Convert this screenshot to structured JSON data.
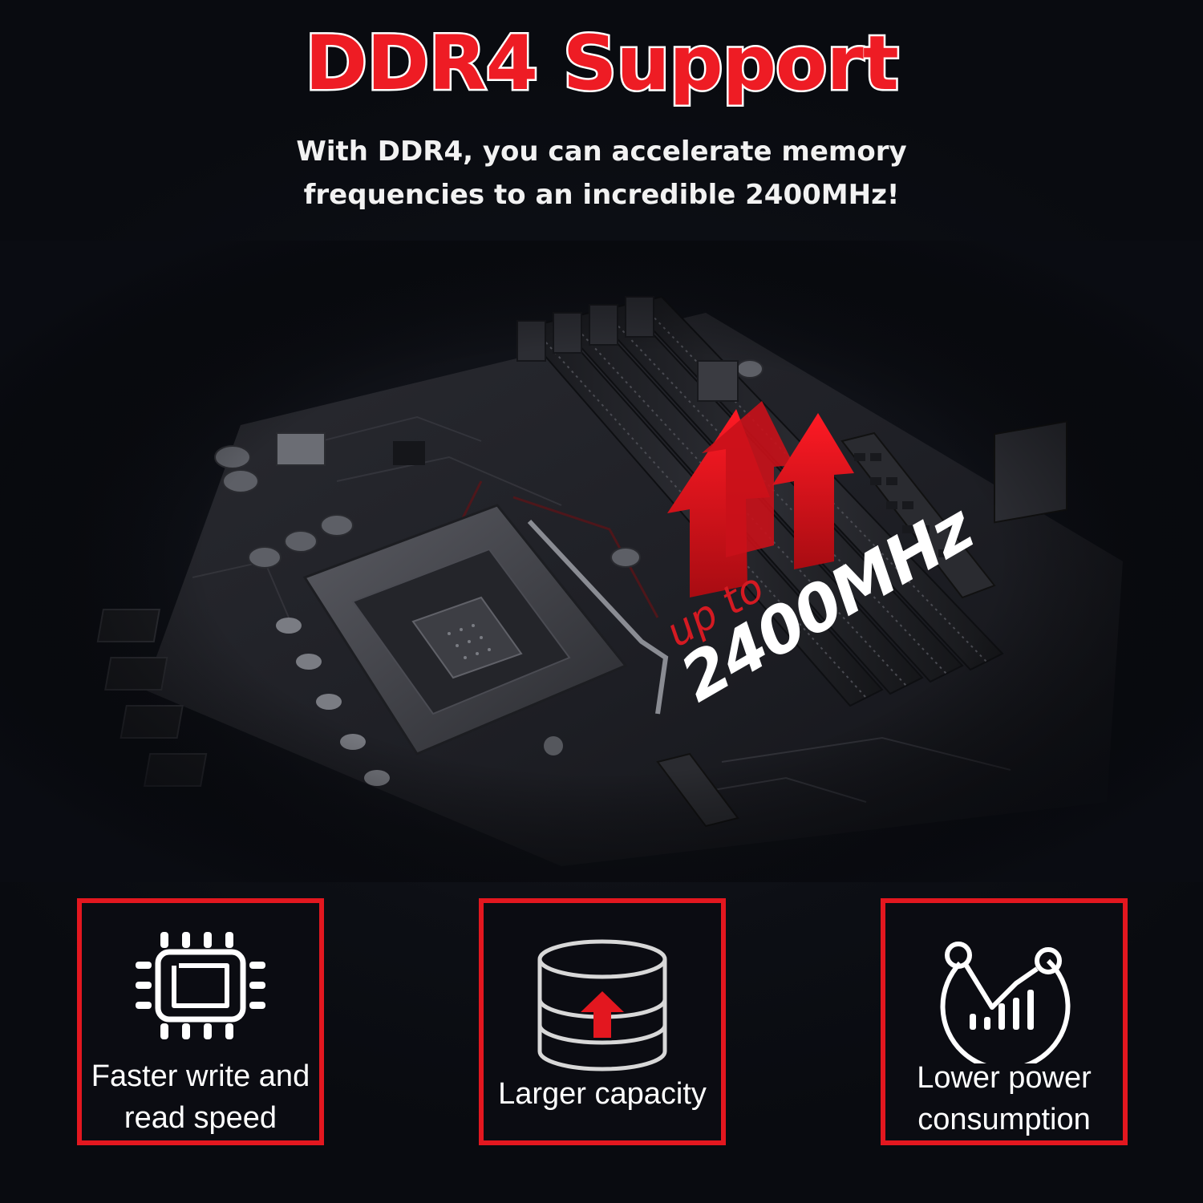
{
  "header": {
    "title": "DDR4 Support",
    "subtitle_line1": "With DDR4, you can accelerate memory",
    "subtitle_line2": "frequencies to an incredible 2400MHz!"
  },
  "hero": {
    "speed_prefix": "up to",
    "speed_value": "2400MHz"
  },
  "features": [
    {
      "icon": "cpu-chip-icon",
      "label_line1": "Faster write and",
      "label_line2": "read speed"
    },
    {
      "icon": "database-upload-icon",
      "label_line1": "Larger capacity",
      "label_line2": ""
    },
    {
      "icon": "power-chart-icon",
      "label_line1": "Lower power",
      "label_line2": "consumption"
    }
  ],
  "colors": {
    "accent_red": "#e3171f",
    "title_red": "#ee1c24",
    "background": "#0a0c12",
    "text": "#ffffff"
  }
}
